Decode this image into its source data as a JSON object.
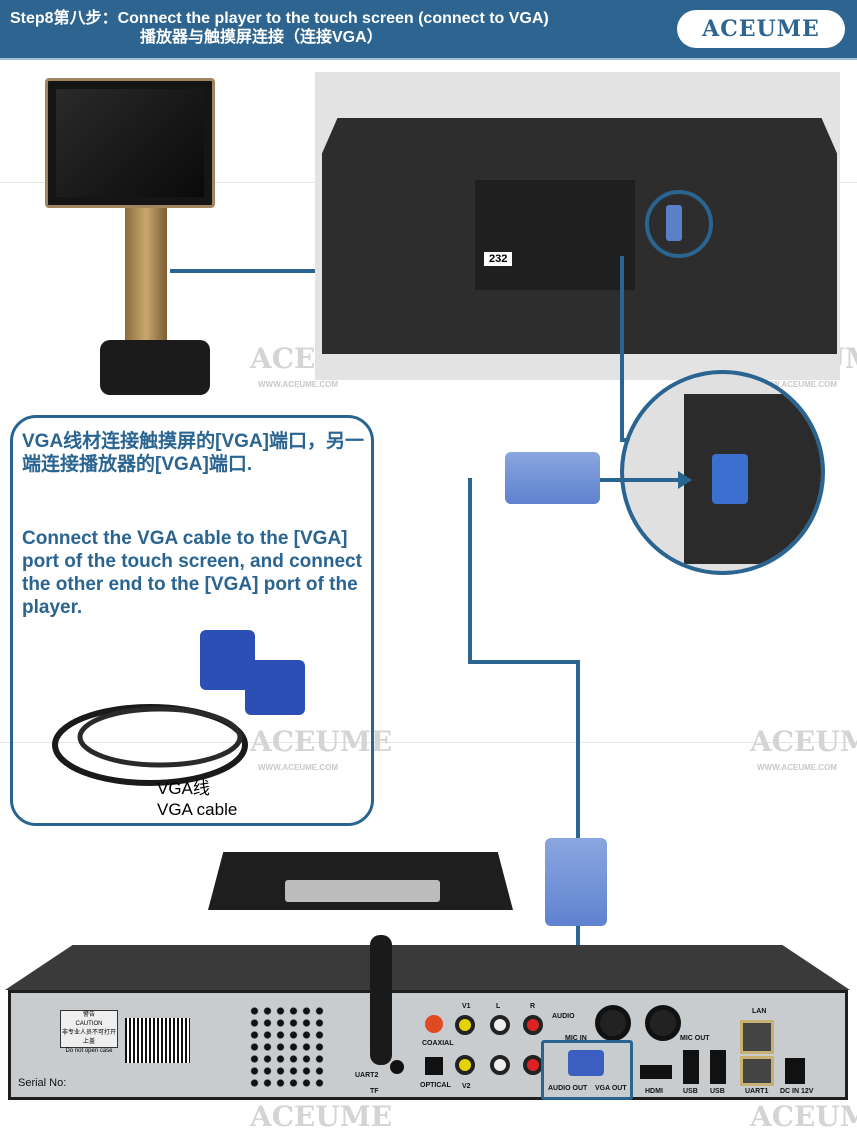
{
  "header": {
    "step": "Step8",
    "step_cn": "第八步：",
    "title_en": "Connect the player to the touch screen (connect to VGA)",
    "title_cn": "播放器与触摸屏连接（连接VGA）",
    "logo": "ACEUME"
  },
  "watermark": {
    "brand": "ACEUME",
    "url": "WWW.ACEUME.COM"
  },
  "monitor": {
    "port_label": "232"
  },
  "callout": {
    "text_cn": "VGA线材连接触摸屏的[VGA]端口，另一端连接播放器的[VGA]端口.",
    "text_en": "Connect the VGA cable to the [VGA] port of the touch screen, and connect the other end to the [VGA] port of the player.",
    "caption_cn": "VGA线",
    "caption_en": "VGA cable"
  },
  "player_rear": {
    "caution_cn": "警告",
    "caution": "CAUTION",
    "caution_sub_cn": "非专业人员不可打开上盖",
    "caution_en": "Do not open case",
    "serial": "Serial No:",
    "ports": {
      "coaxial": "COAXIAL",
      "optical": "OPTICAL",
      "v1": "V1",
      "v2": "V2",
      "l": "L",
      "r": "R",
      "audio": "AUDIO",
      "mic_in": "MIC IN",
      "mic_out": "MIC OUT",
      "audio_out": "AUDIO OUT",
      "vga_out": "VGA OUT",
      "hdmi": "HDMI",
      "usb1": "USB",
      "usb2": "USB",
      "lan": "LAN",
      "uart1": "UART1",
      "uart2": "UART2",
      "tf": "TF",
      "dc": "DC IN 12V"
    }
  },
  "colors": {
    "accent": "#2a6491",
    "header_bg": "#2d6590"
  }
}
